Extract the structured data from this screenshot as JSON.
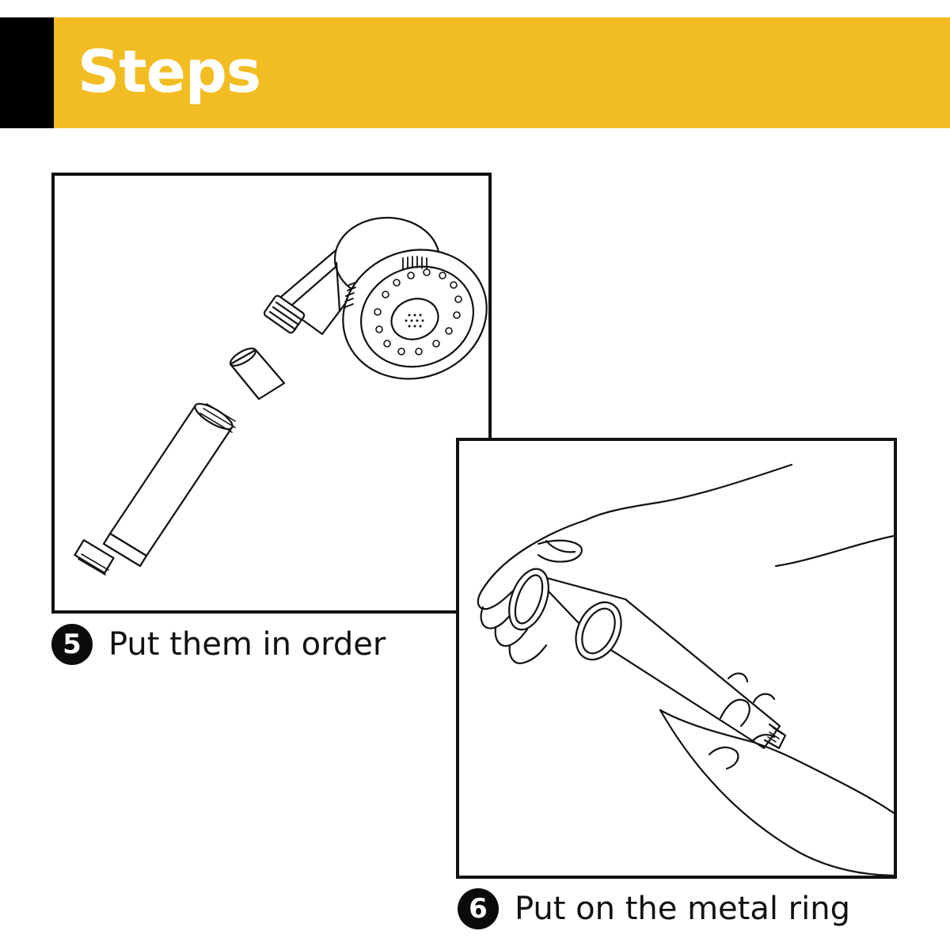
{
  "header": {
    "title": "Steps",
    "accent_color": "#f1bd22",
    "block_color": "#000000"
  },
  "steps": [
    {
      "number": "5",
      "caption": "Put them in order",
      "illustration": "shower-head-parts-exploded"
    },
    {
      "number": "6",
      "caption": "Put on the metal ring",
      "illustration": "hands-holding-filter-cartridge"
    }
  ]
}
